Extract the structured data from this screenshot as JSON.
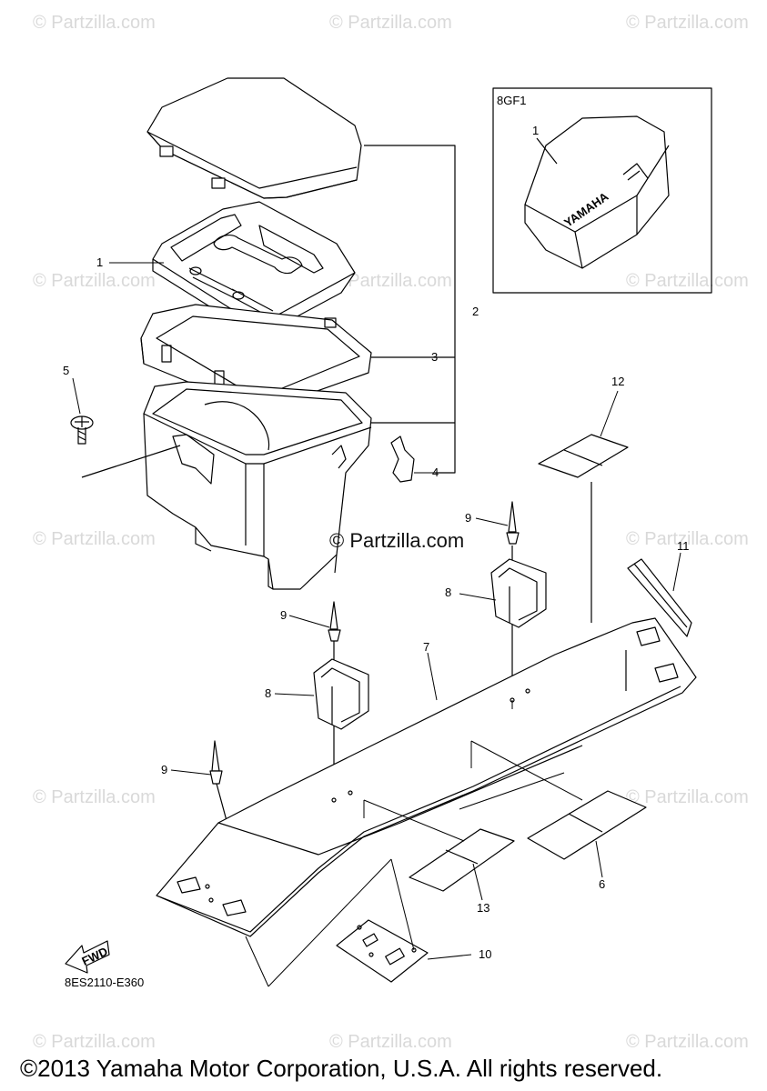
{
  "watermark": "© Partzilla.com",
  "center_copyright": "© Partzilla.com",
  "diagram_code": "8ES2110-E360",
  "footer": "©2013 Yamaha Motor Corporation, U.S.A. All rights reserved.",
  "inset": {
    "label": "8GF1",
    "callout": "1",
    "brand": "YAMAHA"
  },
  "fwd_label": "FWD",
  "callouts": {
    "c1": "1",
    "c2": "2",
    "c3": "3",
    "c4": "4",
    "c5": "5",
    "c6": "6",
    "c7": "7",
    "c8a": "8",
    "c8b": "8",
    "c9a": "9",
    "c9b": "9",
    "c9c": "9",
    "c10": "10",
    "c11": "11",
    "c12": "12",
    "c13": "13"
  }
}
